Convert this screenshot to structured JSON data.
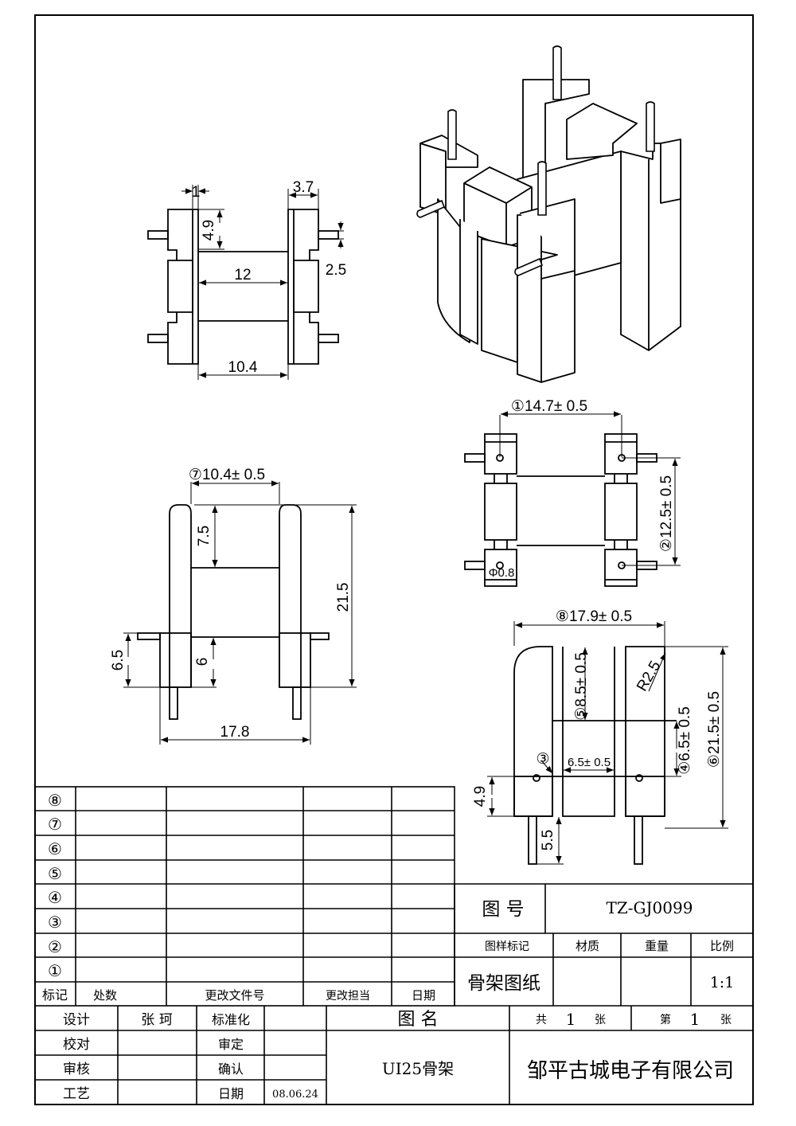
{
  "drawing": {
    "top_view": {
      "d_1": "1",
      "d_4_9": "4.9",
      "d_3_7": "3.7",
      "d_12": "12",
      "d_2_5": "2.5",
      "d_10_4": "10.4"
    },
    "pin_view": {
      "d1": "①14.7± 0.5",
      "d2": "②12.5± 0.5",
      "phi": "Φ0.8"
    },
    "side_view": {
      "d7": "⑦10.4± 0.5",
      "d_7_5": "7.5",
      "d_21_5": "21.5",
      "d_6_5": "6.5",
      "d_6": "6",
      "d_17_8": "17.8"
    },
    "front_view": {
      "d8": "⑧17.9± 0.5",
      "d5": "⑤8.5± 0.5",
      "radius": "R2.5",
      "d4": "④6.5± 0.5",
      "d6": "⑥21.5± 0.5",
      "d3": "③",
      "d_6_5": "6.5± 0.5",
      "d_4_9": "4.9",
      "d_5_5": "5.5"
    }
  },
  "revision_table": {
    "rows": [
      "⑧",
      "⑦",
      "⑥",
      "⑤",
      "④",
      "③",
      "②",
      "①"
    ],
    "headers": [
      "标记",
      "处数",
      "更改文件号",
      "更改担当",
      "日期"
    ]
  },
  "title_block": {
    "drawing_no_label": "图 号",
    "drawing_no": "TZ-GJ0099",
    "mark_label": "图样标记",
    "material_label": "材质",
    "weight_label": "重量",
    "scale_label": "比例",
    "mark_value": "骨架图纸",
    "scale_value": "1:1",
    "design_label": "设计",
    "designer": "张 珂",
    "standard_label": "标准化",
    "check_label": "校对",
    "approve_label": "审定",
    "review_label": "审核",
    "confirm_label": "确认",
    "process_label": "工艺",
    "date_label": "日期",
    "date_value": "08.06.24",
    "name_label": "图 名",
    "total_pre": "共",
    "total_num": "1",
    "total_post": "张",
    "sheet_pre": "第",
    "sheet_num": "1",
    "sheet_post": "张",
    "part_name": "UI25骨架",
    "company": "邹平古城电子有限公司"
  }
}
